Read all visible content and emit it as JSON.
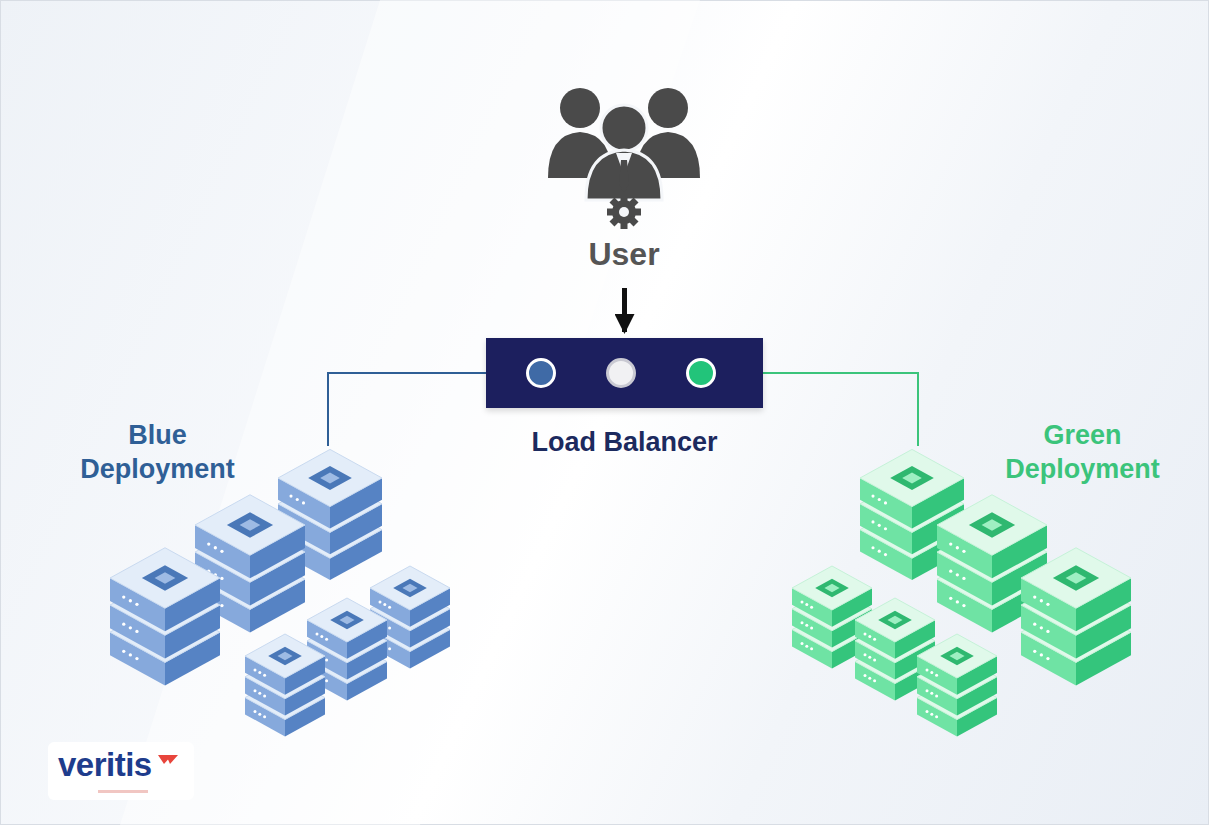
{
  "diagram": {
    "nodes": [
      {
        "text": [
          "User"
        ]
      },
      {
        "text": [
          "Load Balancer"
        ]
      },
      {
        "text": [
          "Blue Deployment"
        ]
      },
      {
        "text": [
          "Green Deployment"
        ]
      }
    ],
    "edges": [
      {
        "from": 0,
        "to": 1,
        "arrow": "to"
      },
      {
        "from": 1,
        "to": 2,
        "arrow": "none"
      },
      {
        "from": 1,
        "to": 3,
        "arrow": "none"
      }
    ],
    "labels": [
      "veritis"
    ]
  }
}
